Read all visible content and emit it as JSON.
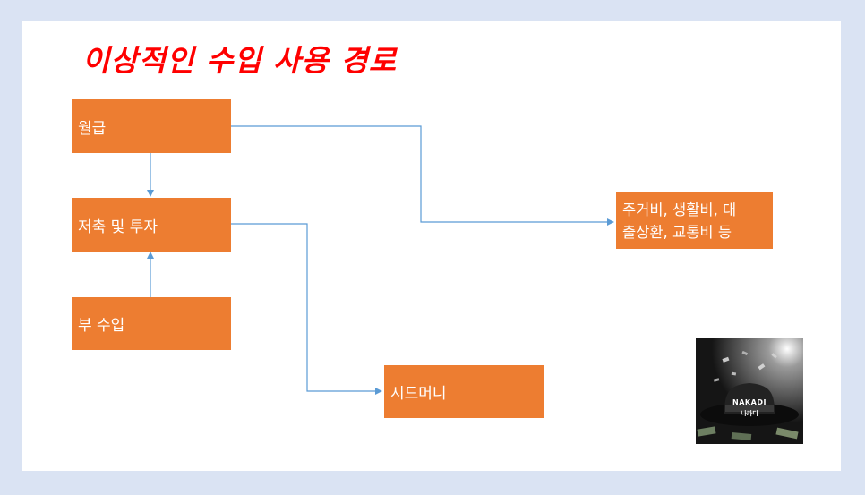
{
  "title": "이상적인 수입 사용 경로",
  "nodes": {
    "salary": "월급",
    "savings_investment": "저축 및 투자",
    "side_income": "부 수입",
    "living_expenses": "주거비, 생활비, 대\n출상환, 교통비 등",
    "seed_money": "시드머니"
  },
  "logo": {
    "text_en": "NAKADI",
    "text_ko": "나카디"
  },
  "colors": {
    "background": "#dae3f3",
    "box_fill": "#ed7d31",
    "connector": "#5b9bd5",
    "title": "#ff0000"
  }
}
